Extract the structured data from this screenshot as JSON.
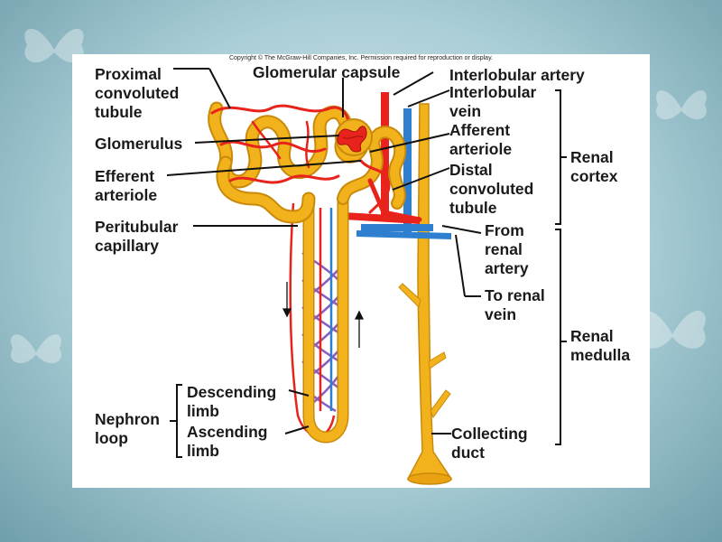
{
  "copyright": "Copyright © The McGraw-Hill Companies, Inc. Permission required for reproduction or display.",
  "labels": {
    "proximal": [
      "Proximal",
      "convoluted",
      "tubule"
    ],
    "glomerular_capsule": "Glomerular capsule",
    "interlobular_artery": "Interlobular artery",
    "interlobular_vein": [
      "Interlobular",
      "vein"
    ],
    "glomerulus": "Glomerulus",
    "afferent": [
      "Afferent",
      "arteriole"
    ],
    "efferent": [
      "Efferent",
      "arteriole"
    ],
    "distal": [
      "Distal",
      "convoluted",
      "tubule"
    ],
    "peritubular": [
      "Peritubular",
      "capillary"
    ],
    "from_renal_artery": [
      "From",
      "renal",
      "artery"
    ],
    "to_renal_vein": [
      "To renal",
      "vein"
    ],
    "renal_cortex": [
      "Renal",
      "cortex"
    ],
    "renal_medulla": [
      "Renal",
      "medulla"
    ],
    "descending": [
      "Descending",
      "limb"
    ],
    "ascending": [
      "Ascending",
      "limb"
    ],
    "nephron_loop": [
      "Nephron",
      "loop"
    ],
    "collecting_duct": [
      "Collecting",
      "duct"
    ]
  },
  "colors": {
    "tubule": "#f2b21c",
    "tubule_dark": "#c98a0c",
    "artery": "#e8231c",
    "vein": "#2f7fd0",
    "capillary": "#8a5cc0"
  }
}
